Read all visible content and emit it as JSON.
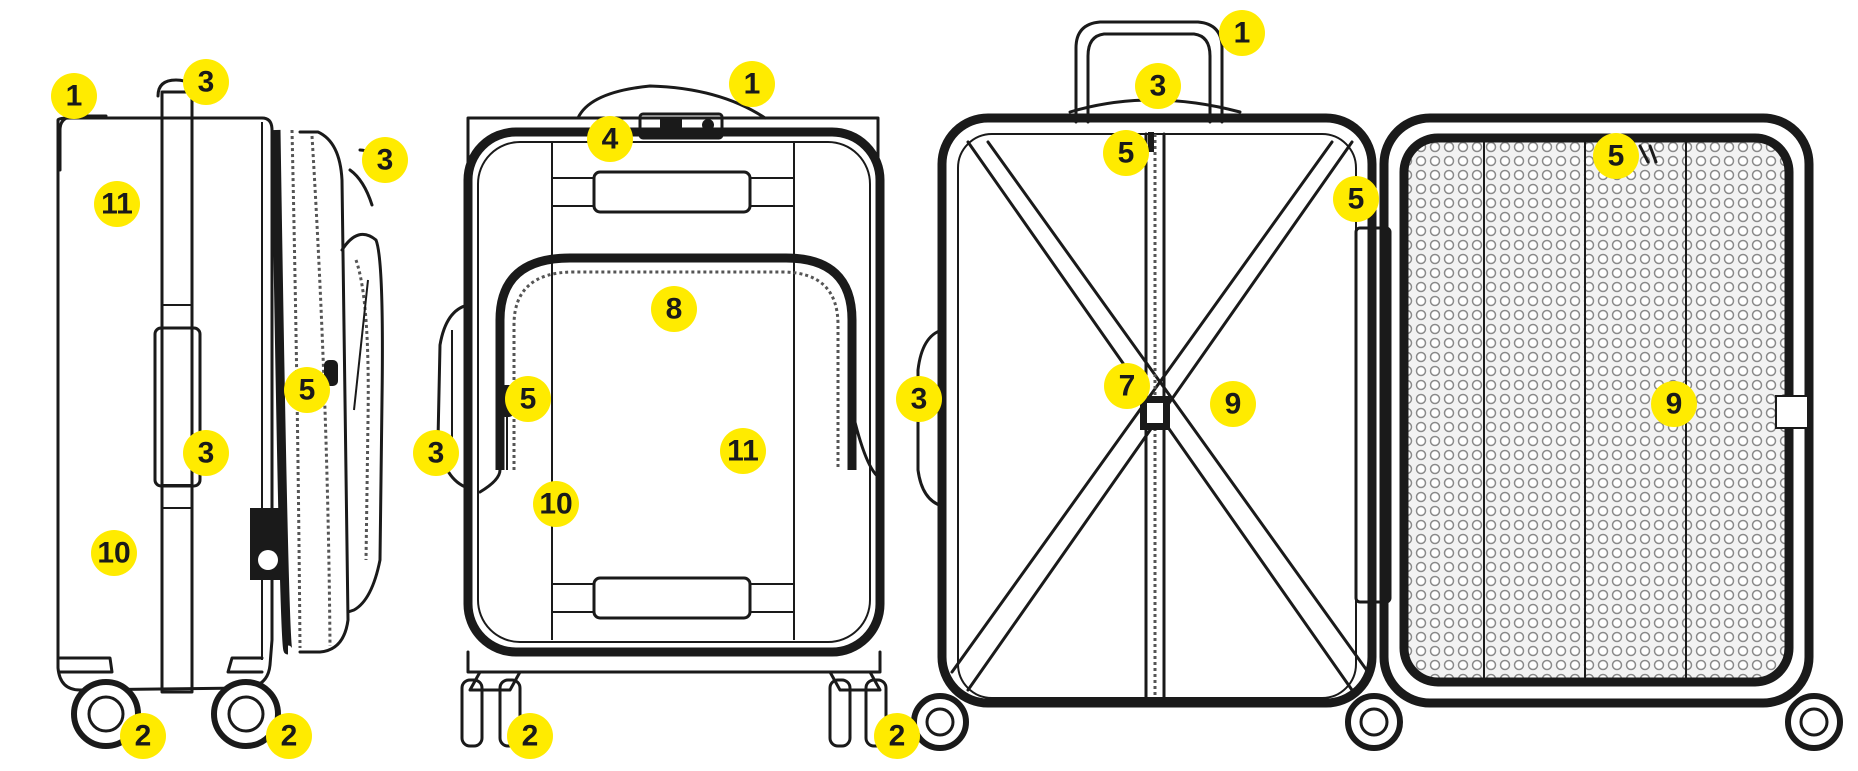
{
  "colors": {
    "marker_fill": "#ffeb00",
    "line": "#1a1a1a",
    "background": "#ffffff"
  },
  "callouts": [
    "1",
    "2",
    "3",
    "4",
    "5",
    "7",
    "8",
    "9",
    "10",
    "11"
  ],
  "views": [
    {
      "name": "side-view",
      "markers": [
        {
          "label": "1"
        },
        {
          "label": "3"
        },
        {
          "label": "3"
        },
        {
          "label": "11"
        },
        {
          "label": "5"
        },
        {
          "label": "3"
        },
        {
          "label": "10"
        },
        {
          "label": "2"
        },
        {
          "label": "2"
        }
      ]
    },
    {
      "name": "front-view",
      "markers": [
        {
          "label": "1"
        },
        {
          "label": "4"
        },
        {
          "label": "8"
        },
        {
          "label": "5"
        },
        {
          "label": "3"
        },
        {
          "label": "11"
        },
        {
          "label": "10"
        },
        {
          "label": "2"
        }
      ]
    },
    {
      "name": "open-interior-view",
      "markers": [
        {
          "label": "1"
        },
        {
          "label": "3"
        },
        {
          "label": "5"
        },
        {
          "label": "5"
        },
        {
          "label": "5"
        },
        {
          "label": "7"
        },
        {
          "label": "9"
        },
        {
          "label": "3"
        },
        {
          "label": "9"
        },
        {
          "label": "2"
        }
      ]
    }
  ]
}
